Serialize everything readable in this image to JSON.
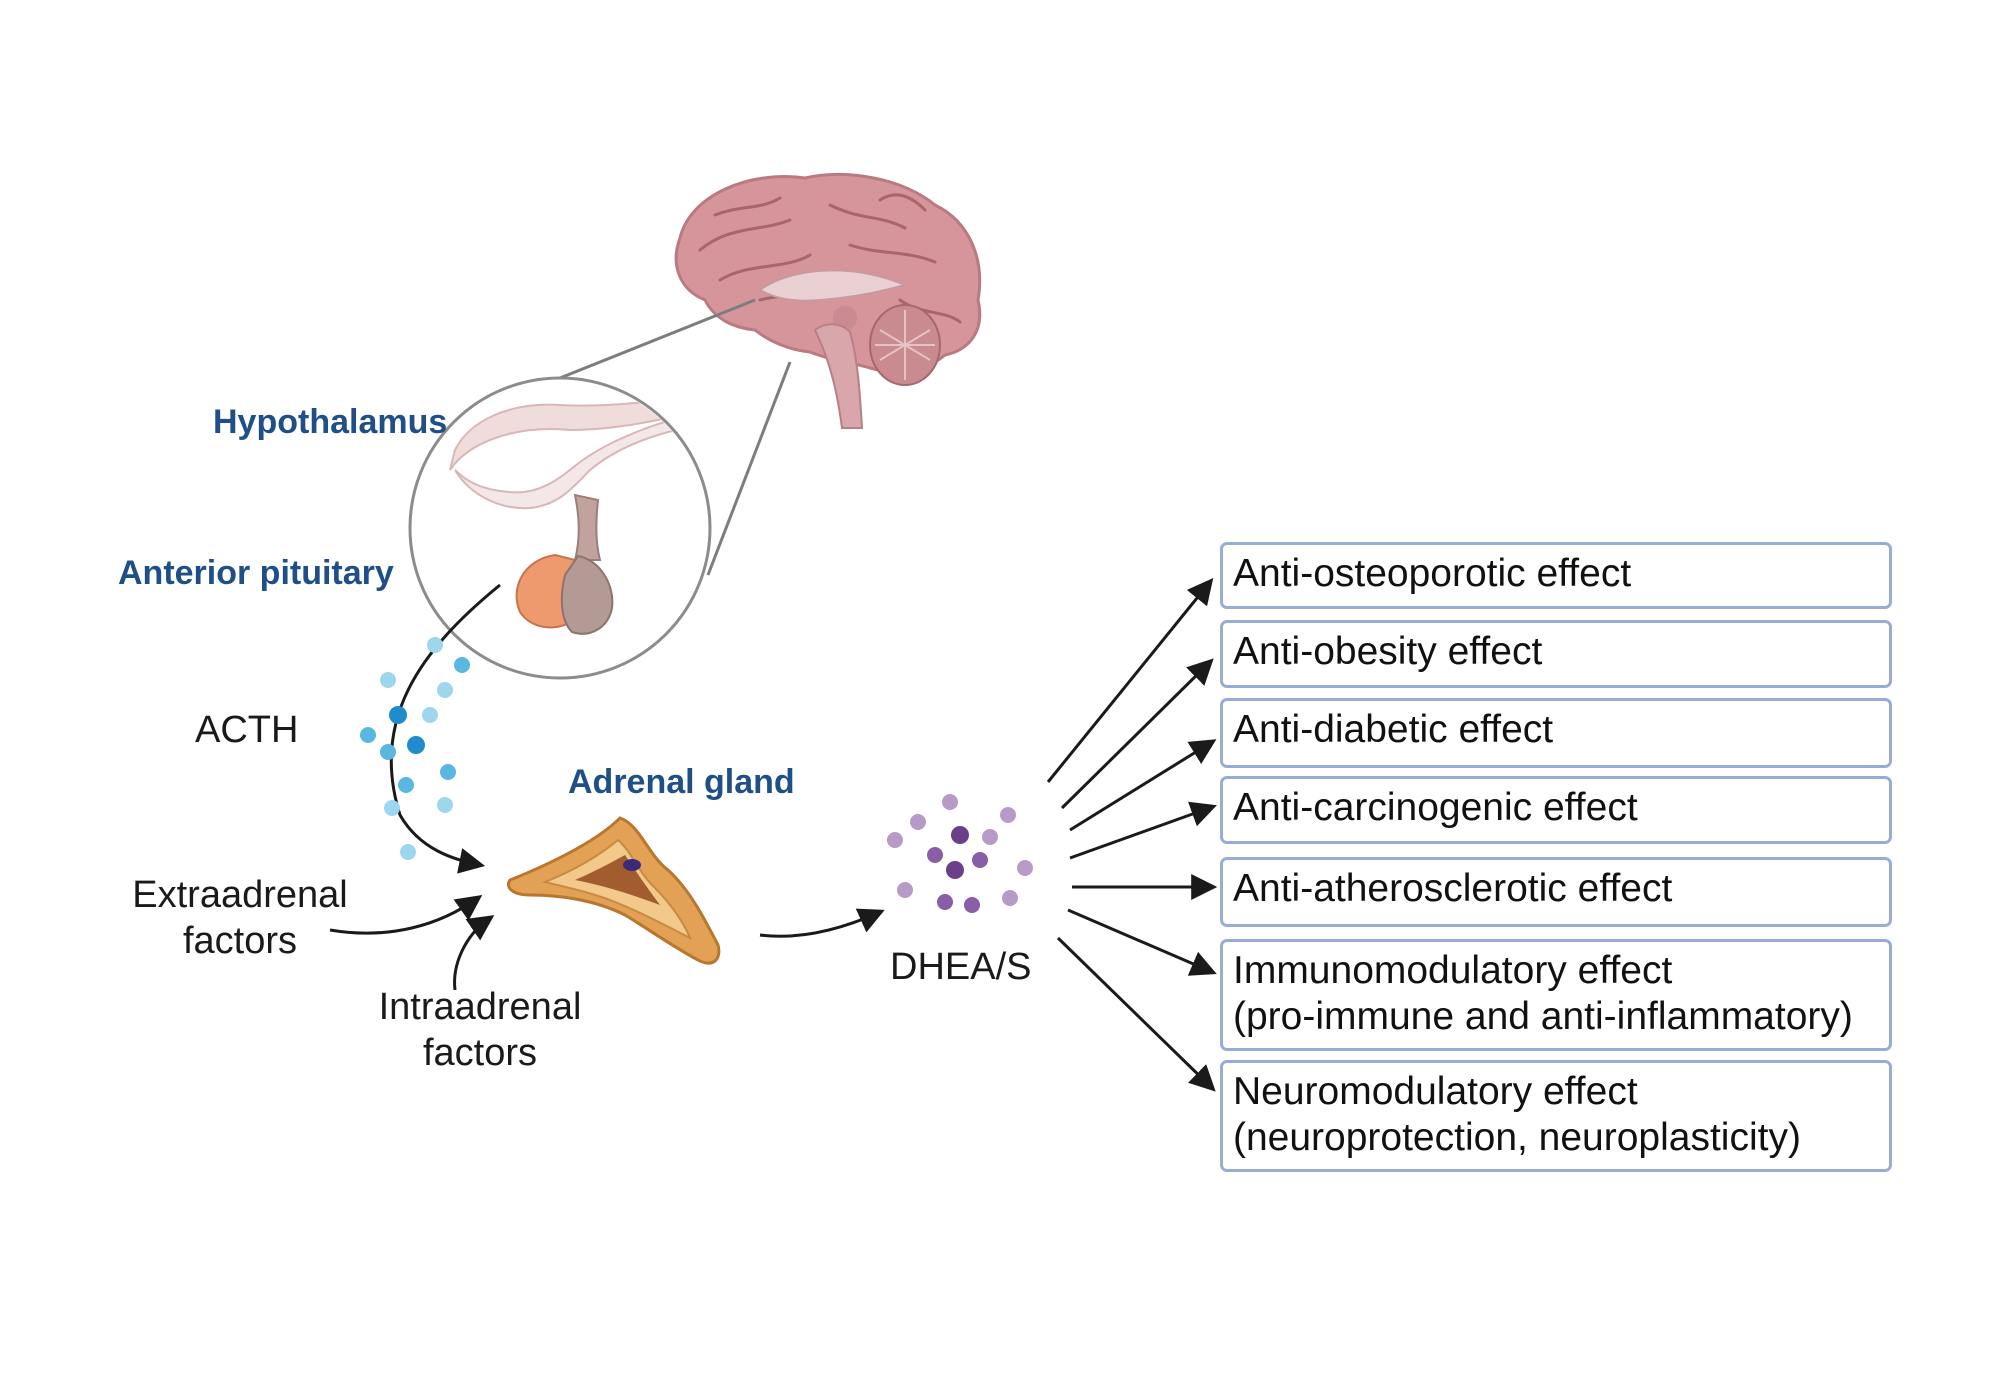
{
  "labels": {
    "hypothalamus": "Hypothalamus",
    "anterior_pituitary": "Anterior pituitary",
    "acth": "ACTH",
    "adrenal_gland": "Adrenal gland",
    "extraadrenal_line1": "Extraadrenal",
    "extraadrenal_line2": "factors",
    "intraadrenal_line1": "Intraadrenal",
    "intraadrenal_line2": "factors",
    "dhea": "DHEA/S"
  },
  "effects": [
    {
      "line1": "Anti-osteoporotic effect",
      "line2": ""
    },
    {
      "line1": "Anti-obesity effect",
      "line2": ""
    },
    {
      "line1": "Anti-diabetic effect",
      "line2": ""
    },
    {
      "line1": "Anti-carcinogenic effect",
      "line2": ""
    },
    {
      "line1": "Anti-atherosclerotic effect",
      "line2": ""
    },
    {
      "line1": "Immunomodulatory effect",
      "line2": "(pro-immune and anti-inflammatory)"
    },
    {
      "line1": "Neuromodulatory effect",
      "line2": "(neuroprotection, neuroplasticity)"
    }
  ],
  "colors": {
    "region_label": "#1e4f86",
    "box_border": "#98acd8",
    "brain": "#d6959b",
    "pituitary_anterior": "#ee9a6e",
    "pituitary_posterior": "#b39a94",
    "acth_particle": "#5ab8e0",
    "dhea_particle": "#8a5ea6",
    "adrenal": "#e3a155",
    "arrow": "#1a1a1a"
  },
  "icons": [
    "brain-illustration",
    "pituitary-zoom-illustration",
    "adrenal-gland-illustration",
    "acth-particles",
    "dhea-particles"
  ]
}
